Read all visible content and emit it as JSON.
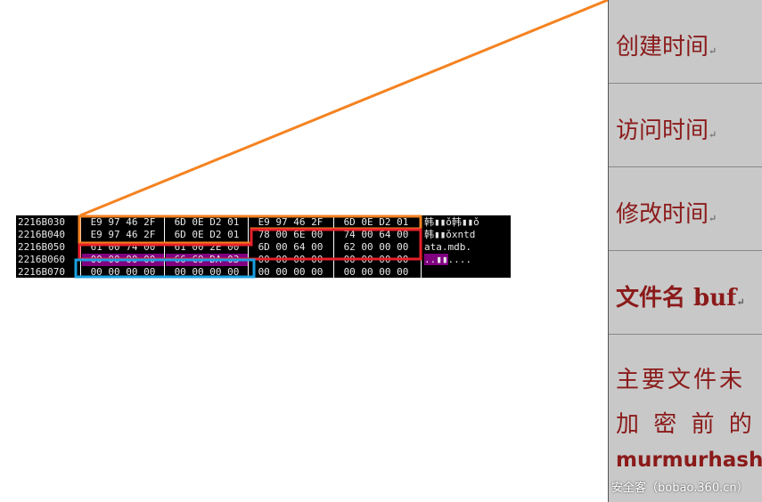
{
  "hex_dump": {
    "rows": [
      {
        "address": "2216B030",
        "groups": [
          "E9 97 46 2F",
          "6D 0E D2 01",
          "E9 97 46 2F",
          "6D 0E D2 01"
        ],
        "ascii": "韩▮▮ǒ韩▮▮ǒ"
      },
      {
        "address": "2216B040",
        "groups": [
          "E9 97 46 2F",
          "6D 0E D2 01",
          "78 00 6E 00",
          "74 00 64 00"
        ],
        "ascii": "韩▮▮ǒxntd"
      },
      {
        "address": "2216B050",
        "groups": [
          "61 00 74 00",
          "61 00 2E 00",
          "6D 00 64 00",
          "62 00 00 00"
        ],
        "ascii": "ata.mdb."
      },
      {
        "address": "2216B060",
        "groups": [
          "00 00 00 00",
          "66 C9 DA 03",
          "00 00 00 00",
          "00 00 00 00"
        ],
        "ascii_highlight": "..▮▮",
        "ascii": "...."
      },
      {
        "address": "2216B070",
        "groups": [
          "00 00 00 00",
          "00 00 00 00",
          "00 00 00 00",
          "00 00 00 00"
        ],
        "ascii": ""
      }
    ],
    "colors": {
      "orange": "#f58220",
      "red": "#e8202a",
      "blue": "#1aa0e0",
      "highlight": "#800080"
    }
  },
  "panel": {
    "labels": [
      "创建时间",
      "访问时间",
      "修改时间",
      "文件名 buf"
    ],
    "last_lines": [
      "主要文件未",
      "加 密 前 的",
      "murmurhash"
    ],
    "return_mark": "↵",
    "text_color": "#8b1a1a"
  },
  "watermark": "安全客（bobao.360.cn）"
}
